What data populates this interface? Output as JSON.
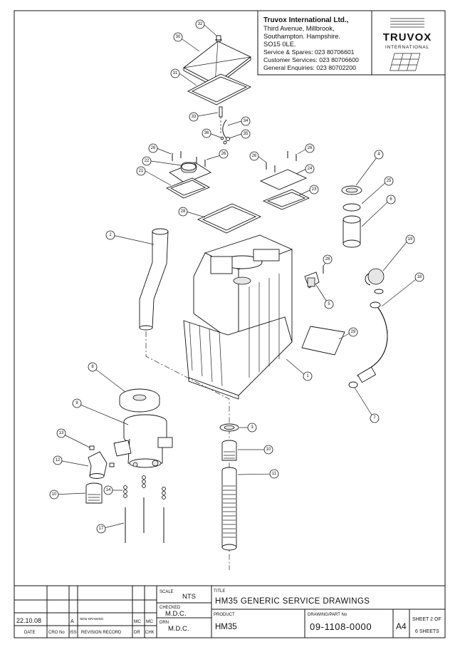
{
  "company": {
    "name": "Truvox International Ltd.,",
    "address": [
      "Third Avenue, Millbrook,",
      "Southampton. Hampshire.",
      "SO15 0LE."
    ],
    "contacts": [
      "Service & Spares: 023 80706601",
      "Customer Services: 023 80706600",
      "General Enquiries: 023 80702200"
    ],
    "logo_text": "TRUVOX",
    "logo_sub": "INTERNATIONAL"
  },
  "title_block": {
    "scale_label": "SCALE",
    "scale_value": "NTS",
    "title_label": "TITLE",
    "title_value": "HM35 GENERIC SERVICE DRAWINGS",
    "checked_label": "CHECKED",
    "checked_value": "M.D.C.",
    "drn_label": "DRN",
    "drn_value": "M.D.C.",
    "product_label": "PRODUCT",
    "product_value": "HM35",
    "part_label": "DRAWING/PART No",
    "part_value": "09-1108-0000",
    "size_value": "A4",
    "sheet_line1": "SHEET 2 OF",
    "sheet_line2": "6 SHEETS"
  },
  "revision": {
    "row": {
      "date": "22.10.08",
      "iss": "A",
      "record": "NEW DRAWING",
      "dr": "MC",
      "chk": "MC"
    },
    "headers": {
      "date": "DATE",
      "cro": "CRO No",
      "iss": "ISS",
      "record": "REVISION RECORD",
      "dr": "DR",
      "chk": "CHK"
    }
  },
  "callouts": {
    "c1": "1",
    "c2": "2",
    "c3": "3",
    "c4": "4",
    "c5": "5",
    "c6": "6",
    "c7": "7",
    "c8": "8",
    "c9": "9",
    "c10a": "10",
    "c10b": "10",
    "c11": "11",
    "c12": "12",
    "c13": "13",
    "c14": "14",
    "c17": "17",
    "c18": "18",
    "c19": "19",
    "c21": "21",
    "c22": "22",
    "c23": "23",
    "c24": "24",
    "c25": "25",
    "c26a": "26",
    "c26b": "26",
    "c26c": "26",
    "c26d": "26",
    "c28": "28",
    "c28b": "28",
    "c29": "29",
    "c30": "30",
    "c31": "31",
    "c32": "32",
    "c33": "33",
    "c34": "34",
    "c35": "35",
    "c36": "36"
  }
}
